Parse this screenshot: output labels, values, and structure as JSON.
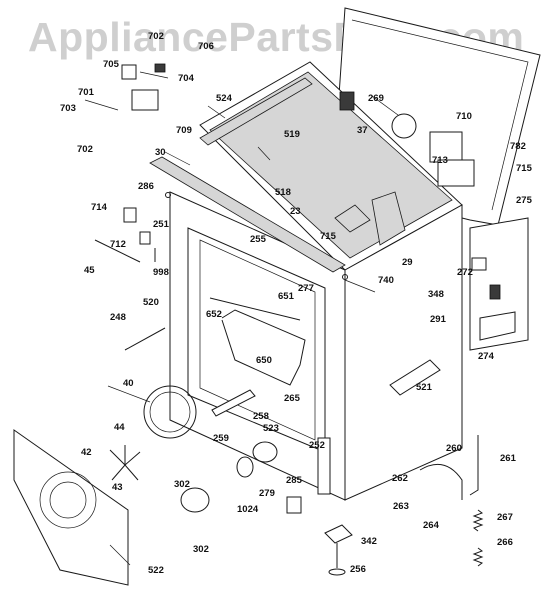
{
  "watermark": "AppliancePartsPros.com",
  "callouts": [
    {
      "id": "702-top",
      "label": "702"
    },
    {
      "id": "706",
      "label": "706"
    },
    {
      "id": "705",
      "label": "705"
    },
    {
      "id": "704",
      "label": "704"
    },
    {
      "id": "701",
      "label": "701"
    },
    {
      "id": "703",
      "label": "703"
    },
    {
      "id": "709",
      "label": "709"
    },
    {
      "id": "702-bottom",
      "label": "702"
    },
    {
      "id": "524",
      "label": "524"
    },
    {
      "id": "269",
      "label": "269"
    },
    {
      "id": "37",
      "label": "37"
    },
    {
      "id": "710",
      "label": "710"
    },
    {
      "id": "519",
      "label": "519"
    },
    {
      "id": "713",
      "label": "713"
    },
    {
      "id": "782",
      "label": "782"
    },
    {
      "id": "715-right",
      "label": "715"
    },
    {
      "id": "30",
      "label": "30"
    },
    {
      "id": "286",
      "label": "286"
    },
    {
      "id": "518",
      "label": "518"
    },
    {
      "id": "275",
      "label": "275"
    },
    {
      "id": "714",
      "label": "714"
    },
    {
      "id": "251",
      "label": "251"
    },
    {
      "id": "23",
      "label": "23"
    },
    {
      "id": "715-mid",
      "label": "715"
    },
    {
      "id": "255",
      "label": "255"
    },
    {
      "id": "712",
      "label": "712"
    },
    {
      "id": "29",
      "label": "29"
    },
    {
      "id": "45",
      "label": "45"
    },
    {
      "id": "998",
      "label": "998"
    },
    {
      "id": "272",
      "label": "272"
    },
    {
      "id": "740",
      "label": "740"
    },
    {
      "id": "348",
      "label": "348"
    },
    {
      "id": "277",
      "label": "277"
    },
    {
      "id": "651",
      "label": "651"
    },
    {
      "id": "520",
      "label": "520"
    },
    {
      "id": "652",
      "label": "652"
    },
    {
      "id": "291",
      "label": "291"
    },
    {
      "id": "248",
      "label": "248"
    },
    {
      "id": "274",
      "label": "274"
    },
    {
      "id": "650",
      "label": "650"
    },
    {
      "id": "40",
      "label": "40"
    },
    {
      "id": "521",
      "label": "521"
    },
    {
      "id": "265",
      "label": "265"
    },
    {
      "id": "258",
      "label": "258"
    },
    {
      "id": "44",
      "label": "44"
    },
    {
      "id": "523",
      "label": "523"
    },
    {
      "id": "259",
      "label": "259"
    },
    {
      "id": "252",
      "label": "252"
    },
    {
      "id": "260",
      "label": "260"
    },
    {
      "id": "261",
      "label": "261"
    },
    {
      "id": "42",
      "label": "42"
    },
    {
      "id": "262",
      "label": "262"
    },
    {
      "id": "43",
      "label": "43"
    },
    {
      "id": "279",
      "label": "279"
    },
    {
      "id": "285",
      "label": "285"
    },
    {
      "id": "302-top",
      "label": "302"
    },
    {
      "id": "263",
      "label": "263"
    },
    {
      "id": "1024",
      "label": "1024"
    },
    {
      "id": "264",
      "label": "264"
    },
    {
      "id": "267",
      "label": "267"
    },
    {
      "id": "342",
      "label": "342"
    },
    {
      "id": "302-bottom",
      "label": "302"
    },
    {
      "id": "266",
      "label": "266"
    },
    {
      "id": "522",
      "label": "522"
    },
    {
      "id": "256",
      "label": "256"
    }
  ]
}
